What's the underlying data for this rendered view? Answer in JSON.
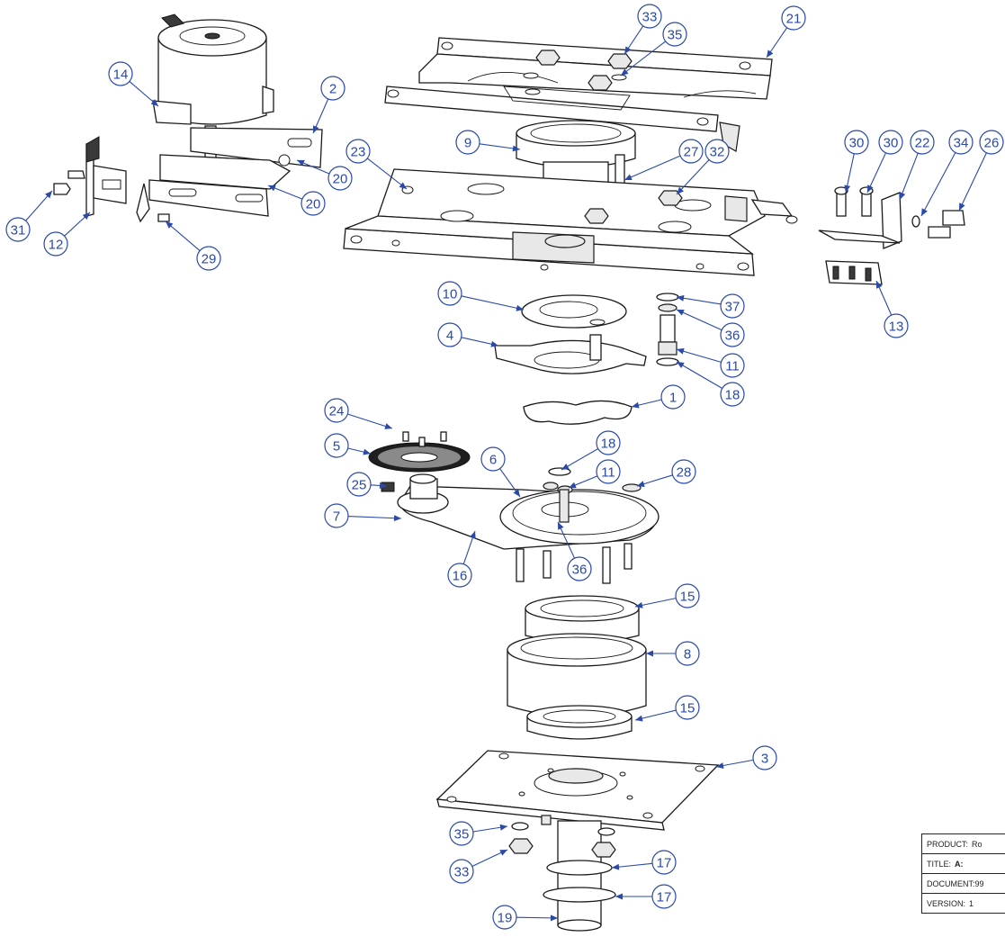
{
  "balloons": [
    {
      "label": "33"
    },
    {
      "label": "35"
    },
    {
      "label": "21"
    },
    {
      "label": "14"
    },
    {
      "label": "2"
    },
    {
      "label": "9"
    },
    {
      "label": "27"
    },
    {
      "label": "32"
    },
    {
      "label": "23"
    },
    {
      "label": "30"
    },
    {
      "label": "30"
    },
    {
      "label": "22"
    },
    {
      "label": "34"
    },
    {
      "label": "26"
    },
    {
      "label": "20"
    },
    {
      "label": "20"
    },
    {
      "label": "31"
    },
    {
      "label": "12"
    },
    {
      "label": "29"
    },
    {
      "label": "13"
    },
    {
      "label": "10"
    },
    {
      "label": "37"
    },
    {
      "label": "36"
    },
    {
      "label": "4"
    },
    {
      "label": "11"
    },
    {
      "label": "18"
    },
    {
      "label": "1"
    },
    {
      "label": "24"
    },
    {
      "label": "5"
    },
    {
      "label": "18"
    },
    {
      "label": "6"
    },
    {
      "label": "11"
    },
    {
      "label": "28"
    },
    {
      "label": "25"
    },
    {
      "label": "7"
    },
    {
      "label": "36"
    },
    {
      "label": "16"
    },
    {
      "label": "15"
    },
    {
      "label": "8"
    },
    {
      "label": "15"
    },
    {
      "label": "3"
    },
    {
      "label": "35"
    },
    {
      "label": "33"
    },
    {
      "label": "17"
    },
    {
      "label": "17"
    },
    {
      "label": "19"
    }
  ],
  "title_block": {
    "product_label": "PRODUCT:",
    "product_value": "Ro",
    "title_label": "TITLE:",
    "title_value": "A:",
    "document_label": "DOCUMENT:",
    "document_value": "99",
    "version_label": "VERSION:",
    "version_value": "1"
  }
}
